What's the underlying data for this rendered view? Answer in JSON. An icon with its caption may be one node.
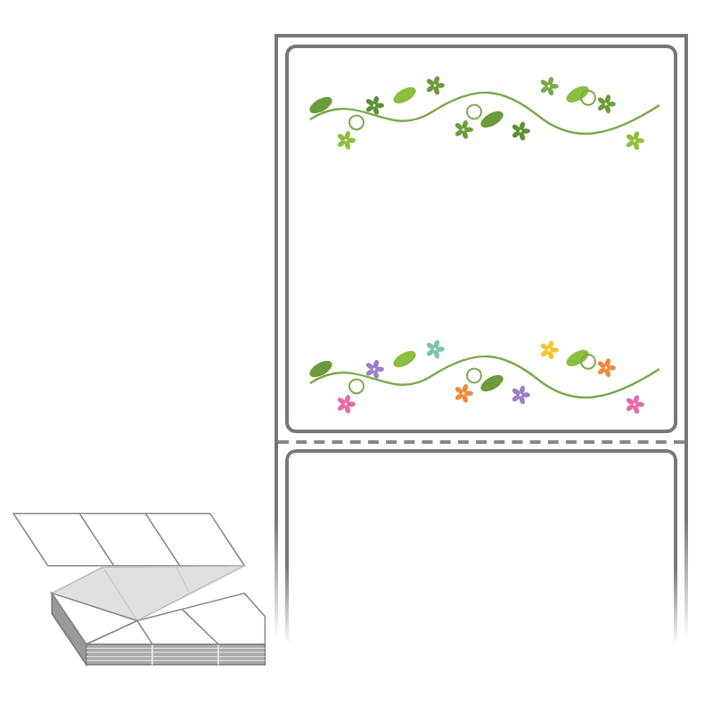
{
  "diagram": {
    "nodes": [
      {
        "text": [],
        "shape": "box"
      },
      {
        "text": [],
        "shape": "picture",
        "in": 0
      },
      {
        "text": [],
        "shape": "picture",
        "in": 0
      },
      {
        "text": [],
        "shape": "box"
      },
      {
        "text": [],
        "shape": "picture"
      }
    ]
  }
}
